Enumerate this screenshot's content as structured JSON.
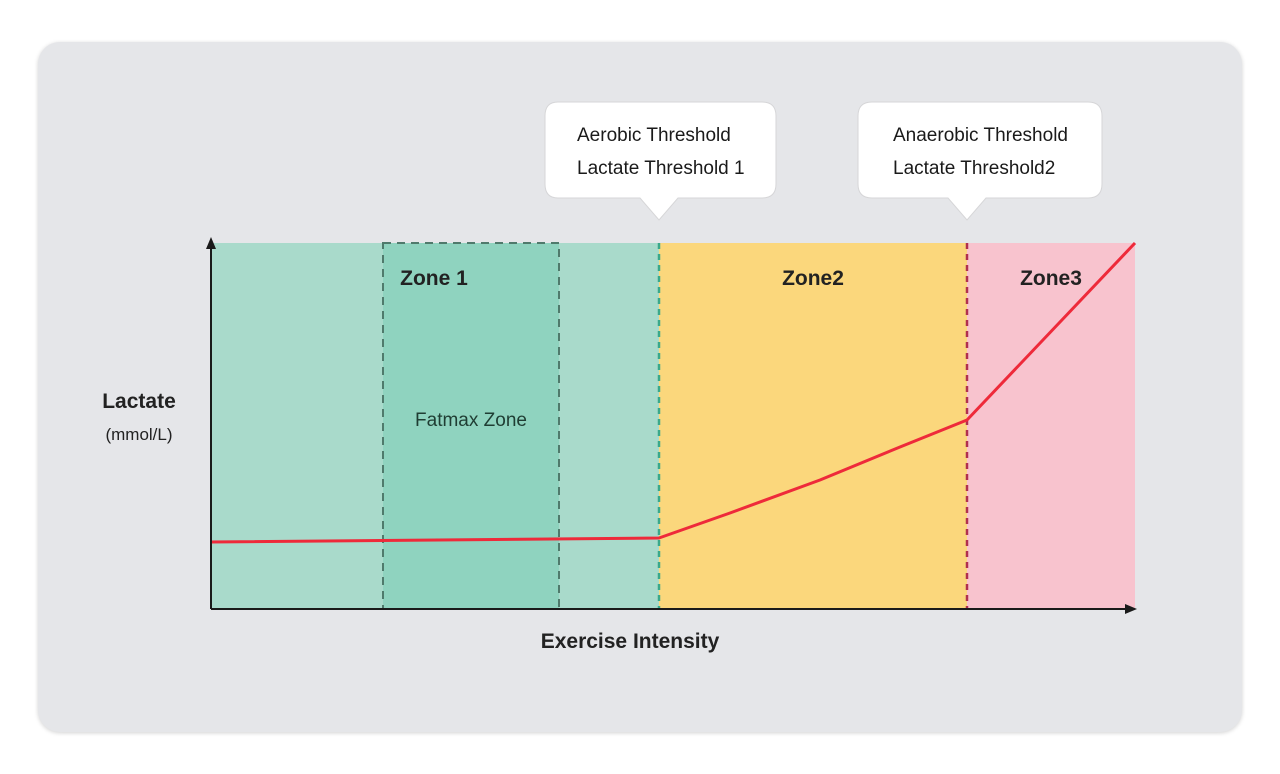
{
  "diagram": {
    "zones": [
      {
        "label": "Zone 1",
        "color": "#a9dacb"
      },
      {
        "label": "Zone2",
        "color": "#fbd77c"
      },
      {
        "label": "Zone3",
        "color": "#f8c3ce"
      }
    ],
    "fatmax": {
      "label": "Fatmax Zone",
      "color": "#8fd3bf"
    },
    "thresholds": [
      {
        "line1": "Aerobic Threshold",
        "line2": "Lactate Threshold 1",
        "color": "#3aa88a"
      },
      {
        "line1": "Anaerobic Threshold",
        "line2": "Lactate Threshold2",
        "color": "#b0304f"
      }
    ],
    "y_axis": {
      "title": "Lactate",
      "unit": "(mmol/L)"
    },
    "x_axis": {
      "title": "Exercise Intensity"
    },
    "curve_color": "#ee2a3a",
    "card_color": "#e5e6e9"
  }
}
